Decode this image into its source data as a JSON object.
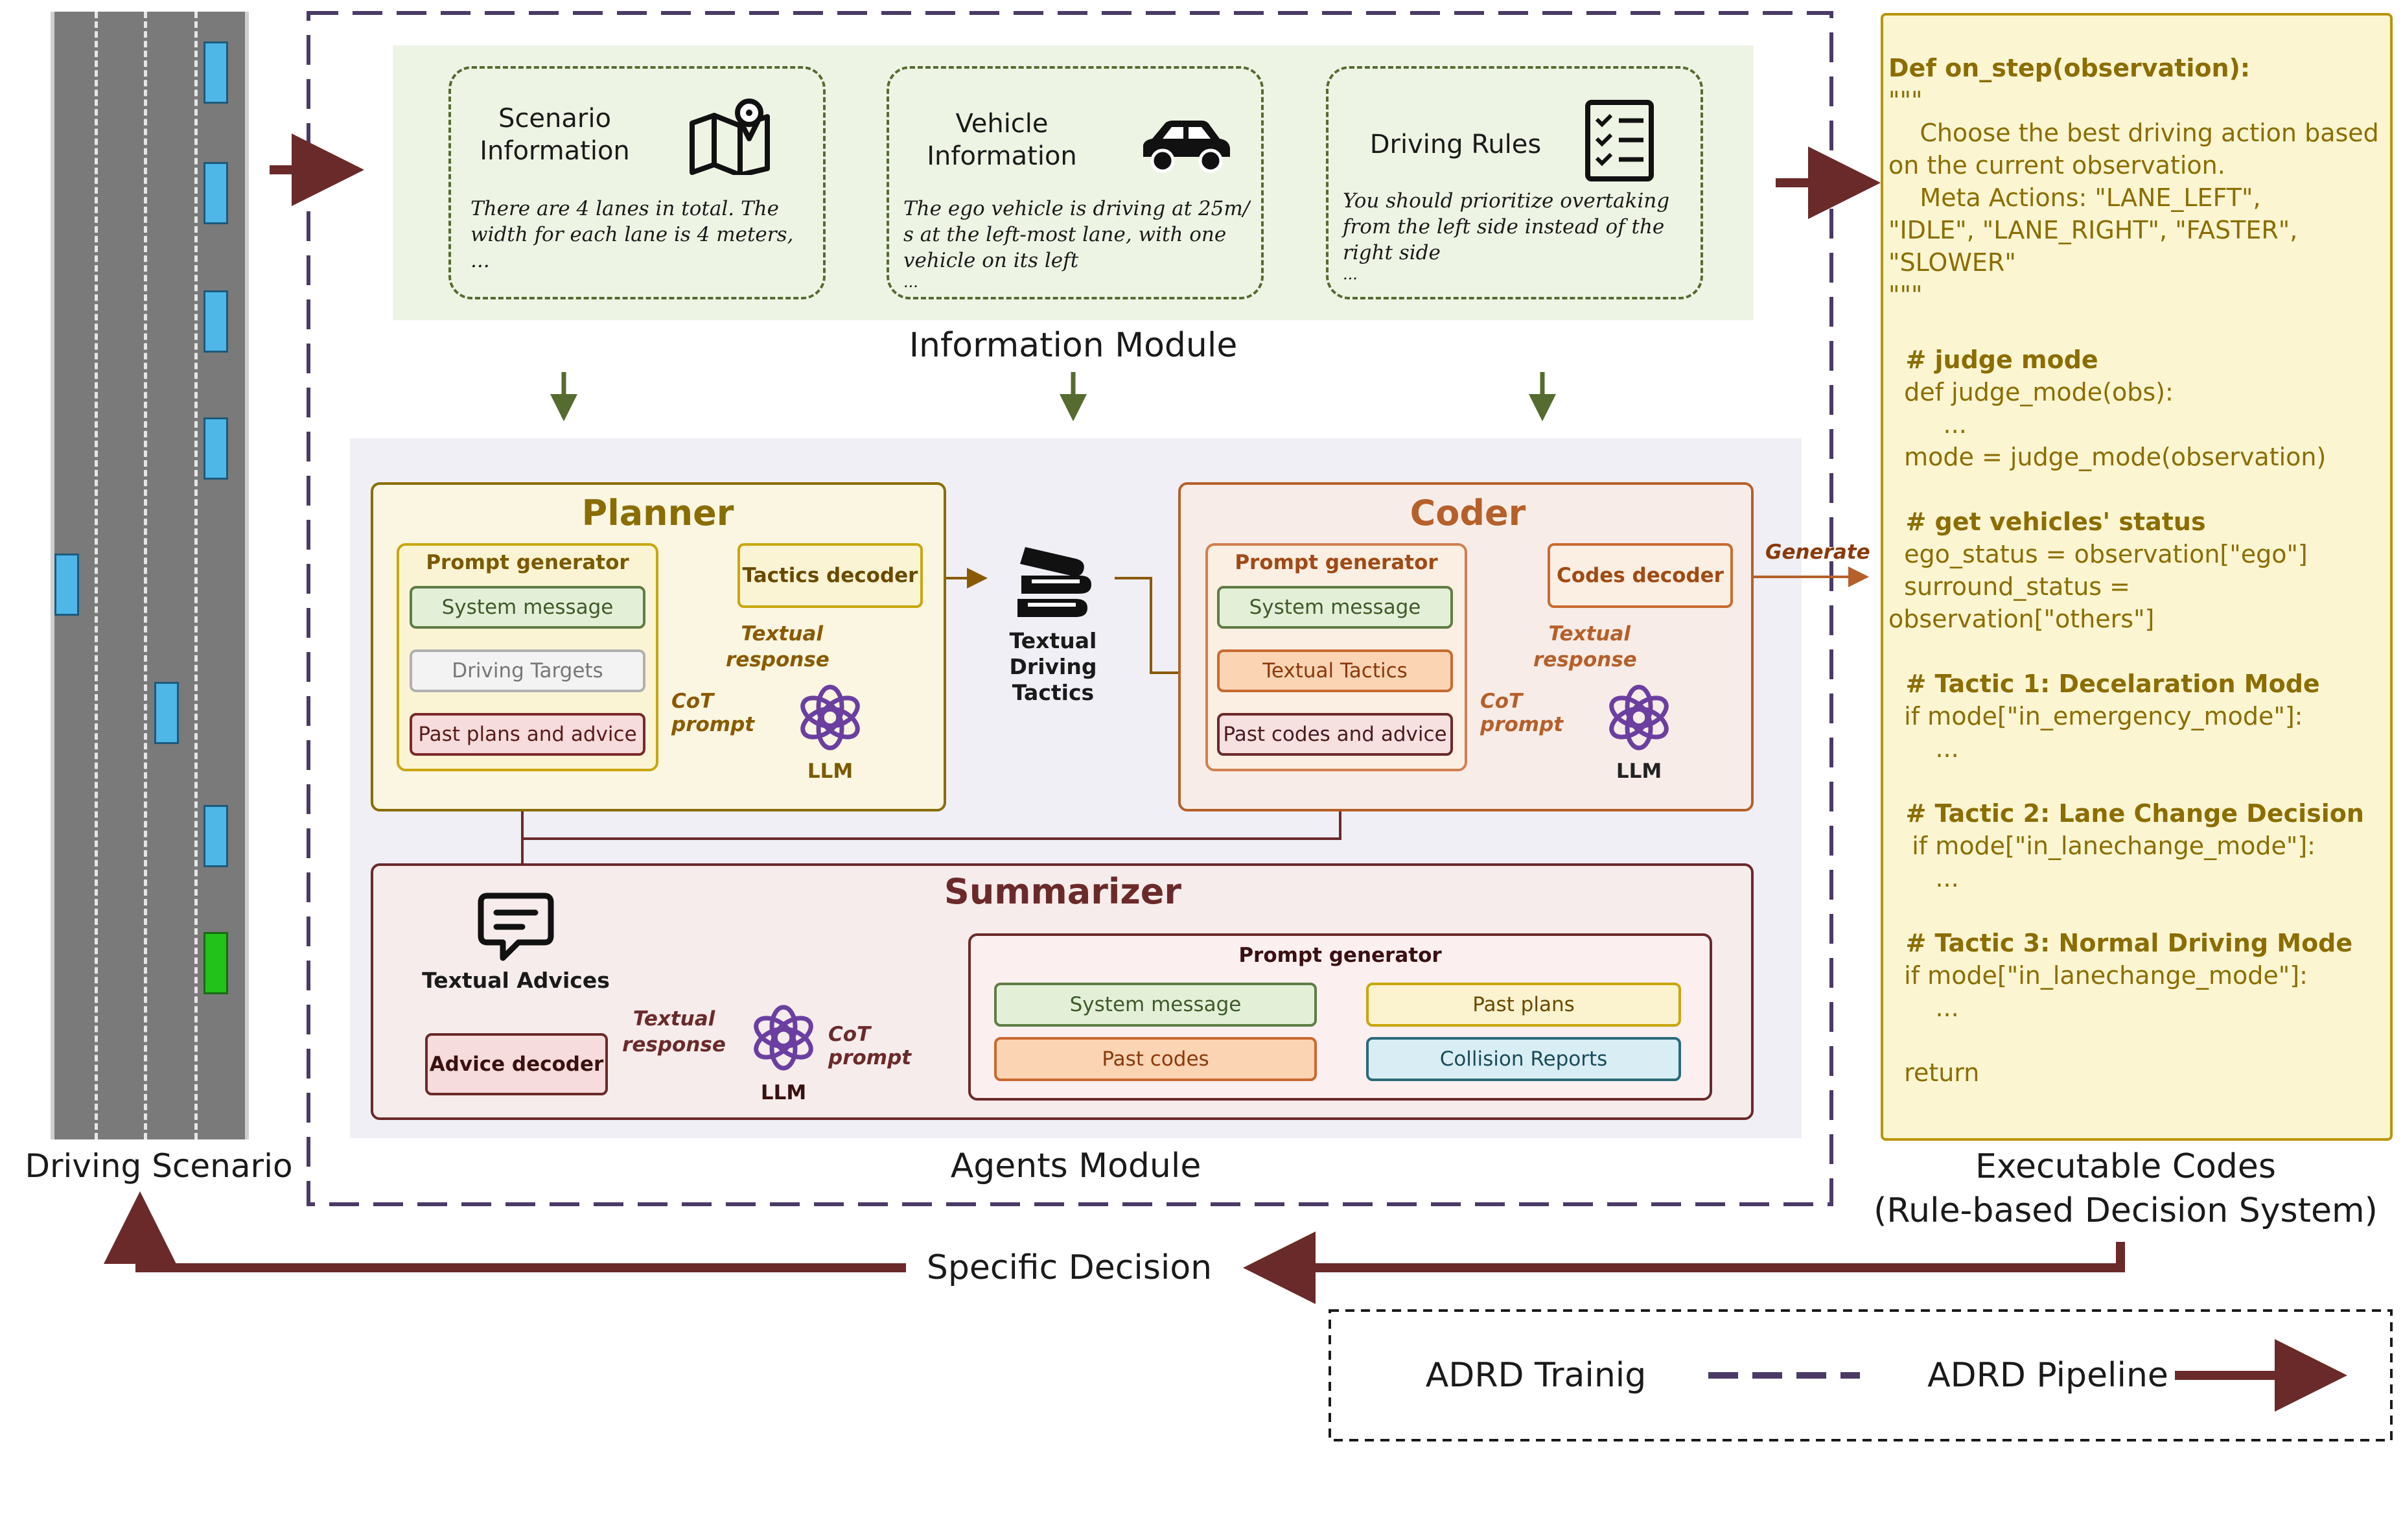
{
  "left": {
    "caption": "Driving Scenario"
  },
  "information_module": {
    "caption": "Information Module",
    "scenario": {
      "title_line1": "Scenario",
      "title_line2": "Information",
      "body_line1": "There are 4 lanes in total. The",
      "body_line2": "width for each lane is 4 meters,",
      "body_line3": "..."
    },
    "vehicle": {
      "title_line1": "Vehicle",
      "title_line2": "Information",
      "body_line1": "The ego vehicle is driving at 25m/",
      "body_line2": "s at the left-most lane, with one",
      "body_line3": "vehicle on its left",
      "body_line4": "..."
    },
    "rules": {
      "title": "Driving Rules",
      "body_line1": "You should prioritize overtaking",
      "body_line2": "from the left side instead of the",
      "body_line3": "right side",
      "body_line4": "..."
    }
  },
  "agents_module": {
    "caption": "Agents Module",
    "planner": {
      "title": "Planner",
      "prompt_generator": "Prompt generator",
      "system_message": "System message",
      "driving_targets": "Driving Targets",
      "past_plans": "Past plans and advice",
      "decoder": "Tactics decoder",
      "textual_response_1": "Textual",
      "textual_response_2": "response",
      "cot_prompt": "CoT prompt",
      "llm": "LLM"
    },
    "tactics": {
      "line1": "Textual",
      "line2": "Driving",
      "line3": "Tactics"
    },
    "coder": {
      "title": "Coder",
      "prompt_generator": "Prompt generator",
      "system_message": "System message",
      "textual_tactics": "Textual Tactics",
      "past_codes": "Past codes and advice",
      "decoder": "Codes decoder",
      "textual_response_1": "Textual",
      "textual_response_2": "response",
      "cot_prompt": "CoT prompt",
      "llm": "LLM",
      "generate": "Generate"
    },
    "summarizer": {
      "title": "Summarizer",
      "textual_advices": "Textual Advices",
      "advice_decoder": "Advice decoder",
      "textual_response_1": "Textual",
      "textual_response_2": "response",
      "cot_prompt": "CoT prompt",
      "llm": "LLM",
      "prompt_generator": "Prompt generator",
      "system_message": "System message",
      "past_plans": "Past plans",
      "past_codes": "Past codes",
      "collision_reports": "Collision Reports"
    }
  },
  "code_panel": {
    "lines": [
      "Def on_step(observation):",
      "\"\"\"",
      "    Choose the best driving action based",
      "on the current observation.",
      "    Meta Actions: \"LANE_LEFT\",",
      "\"IDLE\", \"LANE_RIGHT\", \"FASTER\",",
      "\"SLOWER\"",
      "\"\"\"",
      "",
      "  # judge mode",
      "  def judge_mode(obs):",
      "       ...",
      "  mode = judge_mode(observation)",
      "",
      "  # get vehicles' status",
      "  ego_status = observation[\"ego\"]",
      "  surround_status =",
      "observation[\"others\"]",
      "",
      "  # Tactic 1: Decelaration Mode",
      "  if mode[\"in_emergency_mode\"]:",
      "      ...",
      "",
      "  # Tactic 2: Lane Change Decision",
      "   if mode[\"in_lanechange_mode\"]:",
      "      ...",
      "",
      "  # Tactic 3: Normal Driving Mode",
      "  if mode[\"in_lanechange_mode\"]:",
      "      ...",
      "",
      "  return"
    ],
    "caption_line1": "Executable Codes",
    "caption_line2": "(Rule-based Decision System)"
  },
  "bottom": {
    "specific_decision": "Specific Decision",
    "legend_training": "ADRD Trainig",
    "legend_pipeline": "ADRD Pipeline"
  },
  "colors": {
    "dark_red": "#6b2a2a",
    "olive": "#556b2f",
    "purple_dash": "#4b3a66",
    "planner_border": "#8a6d00",
    "coder_border": "#b5602a",
    "summ_border": "#6b2a2a",
    "code_bg": "#fbf5d2",
    "code_border": "#b8960a",
    "road": "#7a7a7a"
  }
}
